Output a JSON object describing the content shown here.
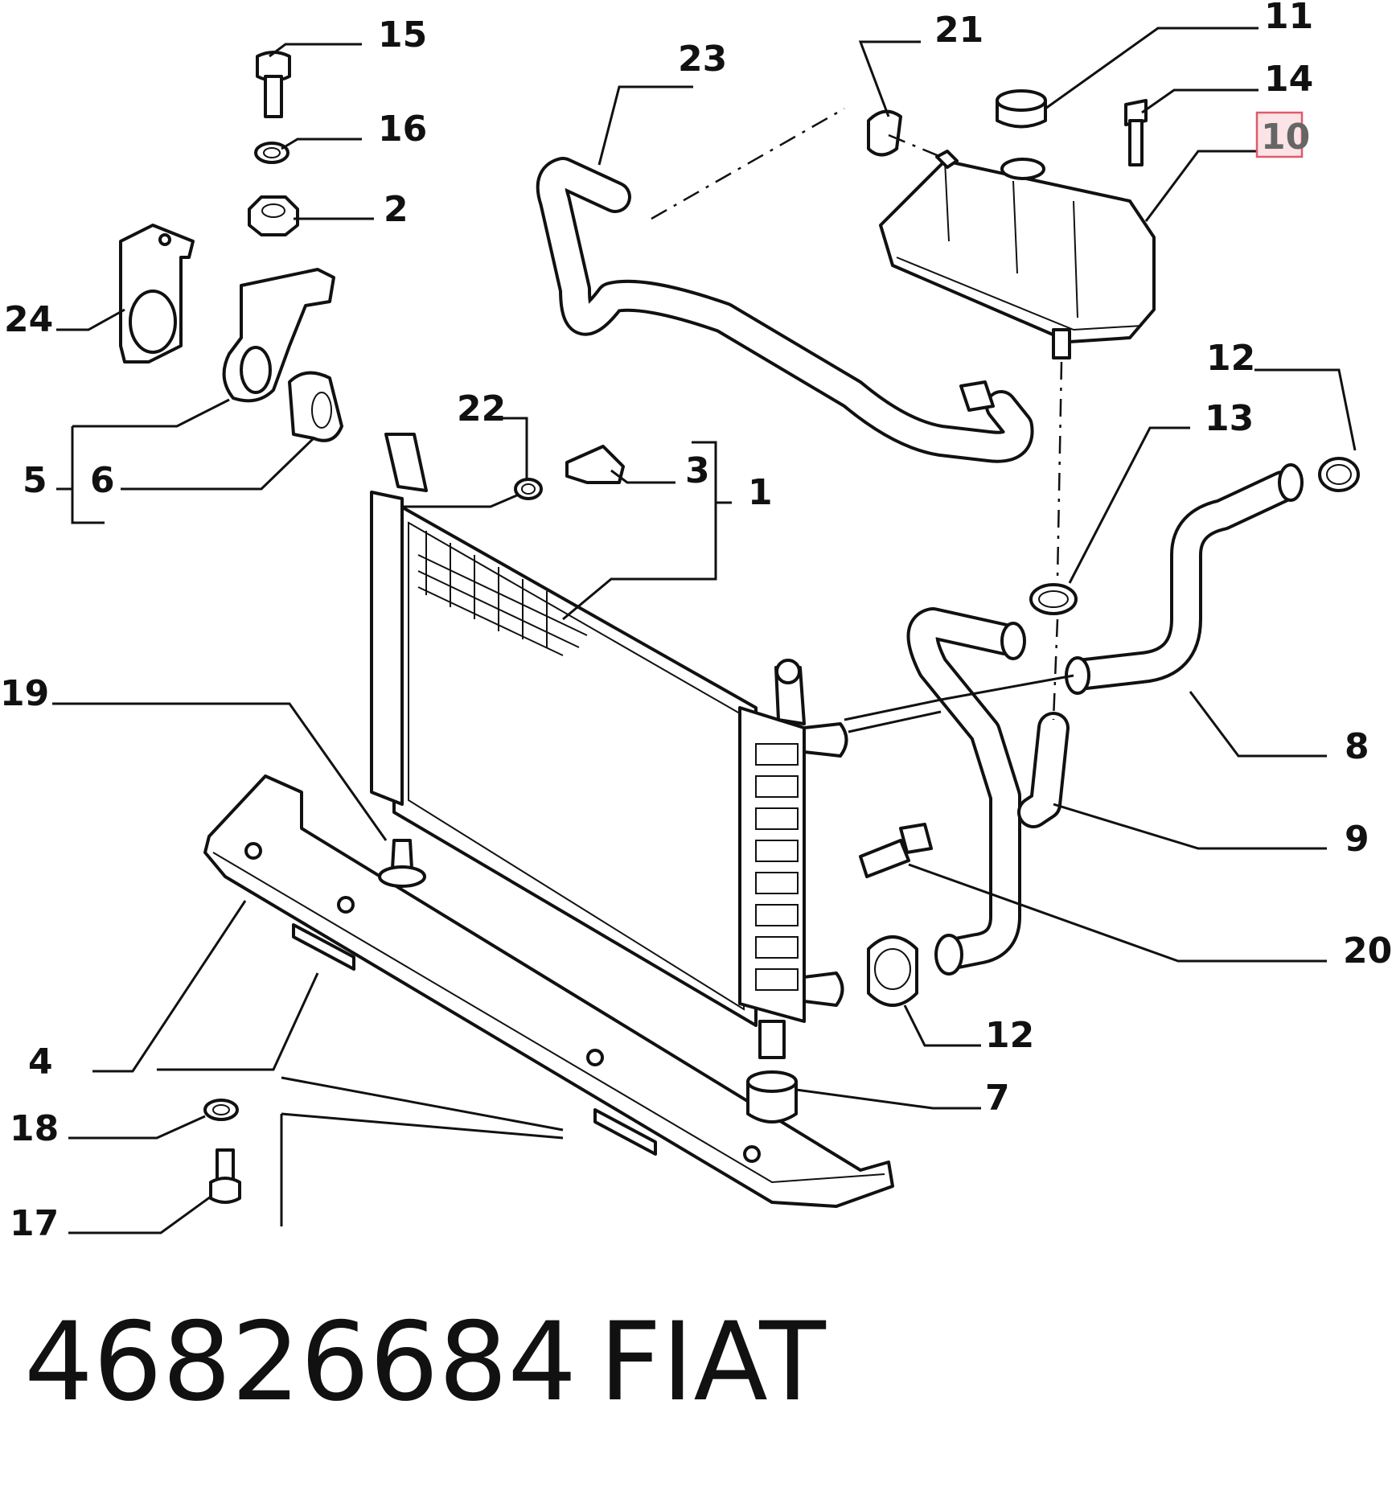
{
  "diagram": {
    "part_number": "46826684",
    "brand": "FIAT",
    "highlighted_callout": "10",
    "highlight_color": "#e05a6a",
    "callouts": {
      "c1": "1",
      "c2": "2",
      "c3": "3",
      "c4": "4",
      "c5": "5",
      "c6": "6",
      "c7": "7",
      "c8": "8",
      "c9": "9",
      "c10": "10",
      "c11": "11",
      "c12a": "12",
      "c12b": "12",
      "c13": "13",
      "c14": "14",
      "c15": "15",
      "c16": "16",
      "c17": "17",
      "c18": "18",
      "c19": "19",
      "c20": "20",
      "c21": "21",
      "c22": "22",
      "c23": "23",
      "c24": "24"
    }
  }
}
